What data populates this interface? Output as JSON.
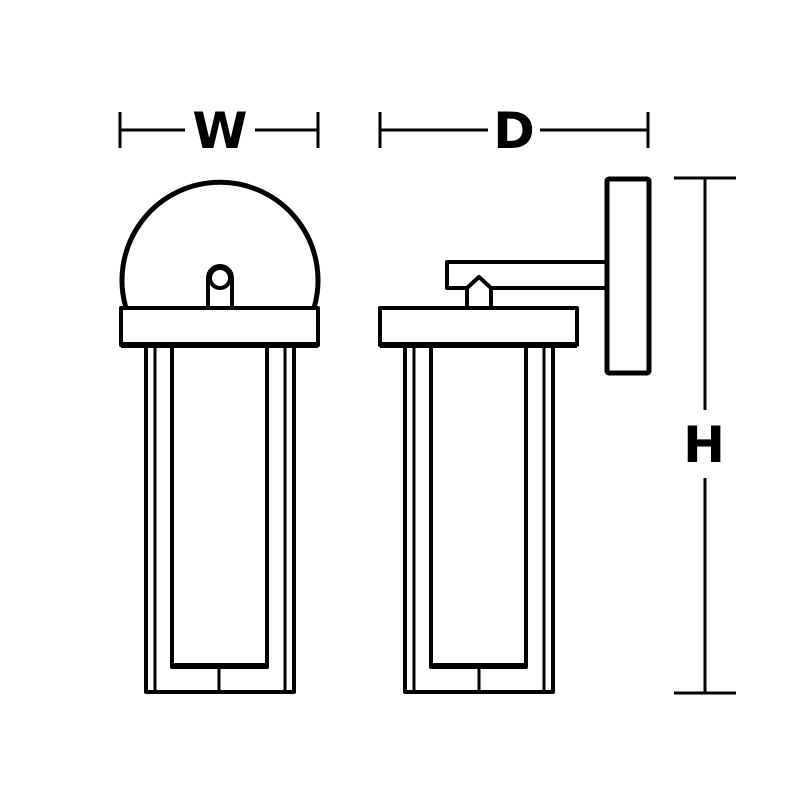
{
  "dimensions": {
    "width_label": "W",
    "depth_label": "D",
    "height_label": "H"
  },
  "colors": {
    "line": "#000000",
    "background": "#ffffff"
  }
}
